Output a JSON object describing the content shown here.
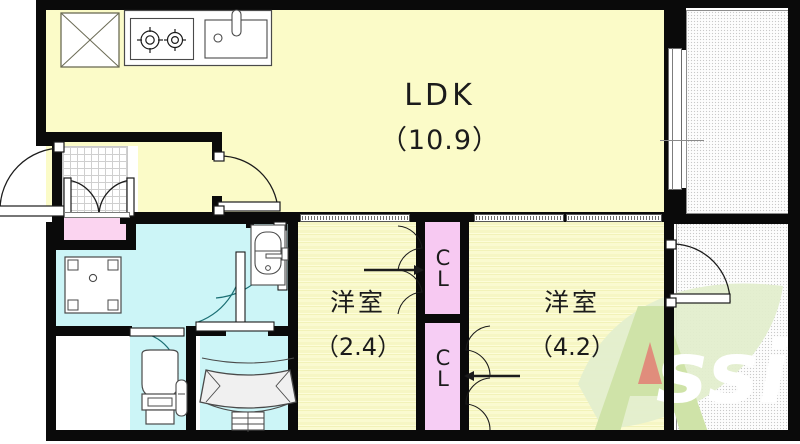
{
  "plan": {
    "type": "japanese-apartment-floorplan",
    "watermark": "Assist",
    "watermark_colors": {
      "green": "#cfe3a8",
      "light_green": "#e4efcd",
      "red": "#e58a7a"
    },
    "colors": {
      "wall": "#0a0a0a",
      "ldk_floor": "#fbfbc8",
      "room_floor": "#f7f7c6",
      "wet_area": "#ccf5f7",
      "closet": "#f7c9f2",
      "shoe_closet": "#fbd4f0",
      "balcony": "#fdfdfd",
      "genkan": "#ffffff"
    },
    "rooms": [
      {
        "id": "ldk",
        "name": "LDK",
        "area": "（10.9）",
        "label_line1": "LDK",
        "label_line2": "（10.9）"
      },
      {
        "id": "washitsu1",
        "name": "洋室",
        "area": "（2.4）",
        "label_line1": "洋室",
        "label_line2": "（2.4）"
      },
      {
        "id": "washitsu2",
        "name": "洋室",
        "area": "（4.2）",
        "label_line1": "洋室",
        "label_line2": "（4.2）"
      }
    ],
    "closets": [
      {
        "id": "cl-upper",
        "label_line1": "C",
        "label_line2": "L"
      },
      {
        "id": "cl-lower",
        "label_line1": "C",
        "label_line2": "L"
      }
    ],
    "fixtures": [
      {
        "id": "refrigerator-space",
        "icon": "refrigerator-icon"
      },
      {
        "id": "gas-stove",
        "icon": "two-burner-stove-icon"
      },
      {
        "id": "kitchen-sink",
        "icon": "sink-with-faucet-icon"
      },
      {
        "id": "entry-door",
        "icon": "swing-door-icon"
      },
      {
        "id": "genkan",
        "icon": "tiled-entry-icon"
      },
      {
        "id": "shoe-closet",
        "icon": "shoe-closet-icon"
      },
      {
        "id": "washing-machine",
        "icon": "washing-machine-icon"
      },
      {
        "id": "vanity-basin",
        "icon": "wash-basin-icon"
      },
      {
        "id": "toilet",
        "icon": "toilet-icon"
      },
      {
        "id": "bathtub",
        "icon": "bathtub-icon"
      },
      {
        "id": "balcony",
        "icon": "balcony-icon"
      },
      {
        "id": "service-balcony",
        "icon": "service-balcony-icon"
      }
    ]
  }
}
